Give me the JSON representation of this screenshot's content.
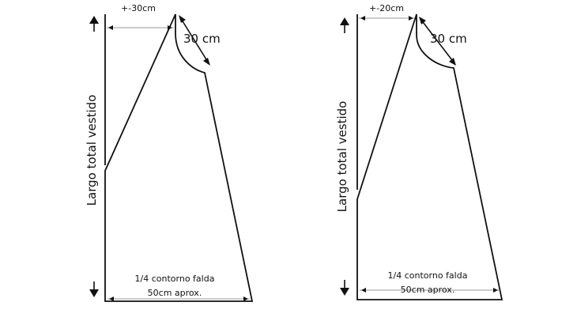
{
  "patterns": [
    {
      "top_width_label": "+-30cm",
      "armhole_label": "30 cm",
      "length_label": "Largo total vestido",
      "hem_label_line1": "1/4 contorno falda",
      "hem_label_line2": "50cm aprox."
    },
    {
      "top_width_label": "+-20cm",
      "armhole_label": "30 cm",
      "length_label": "Largo total vestido",
      "hem_label_line1": "1/4 contorno falda",
      "hem_label_line2": "50cm aprox."
    }
  ]
}
